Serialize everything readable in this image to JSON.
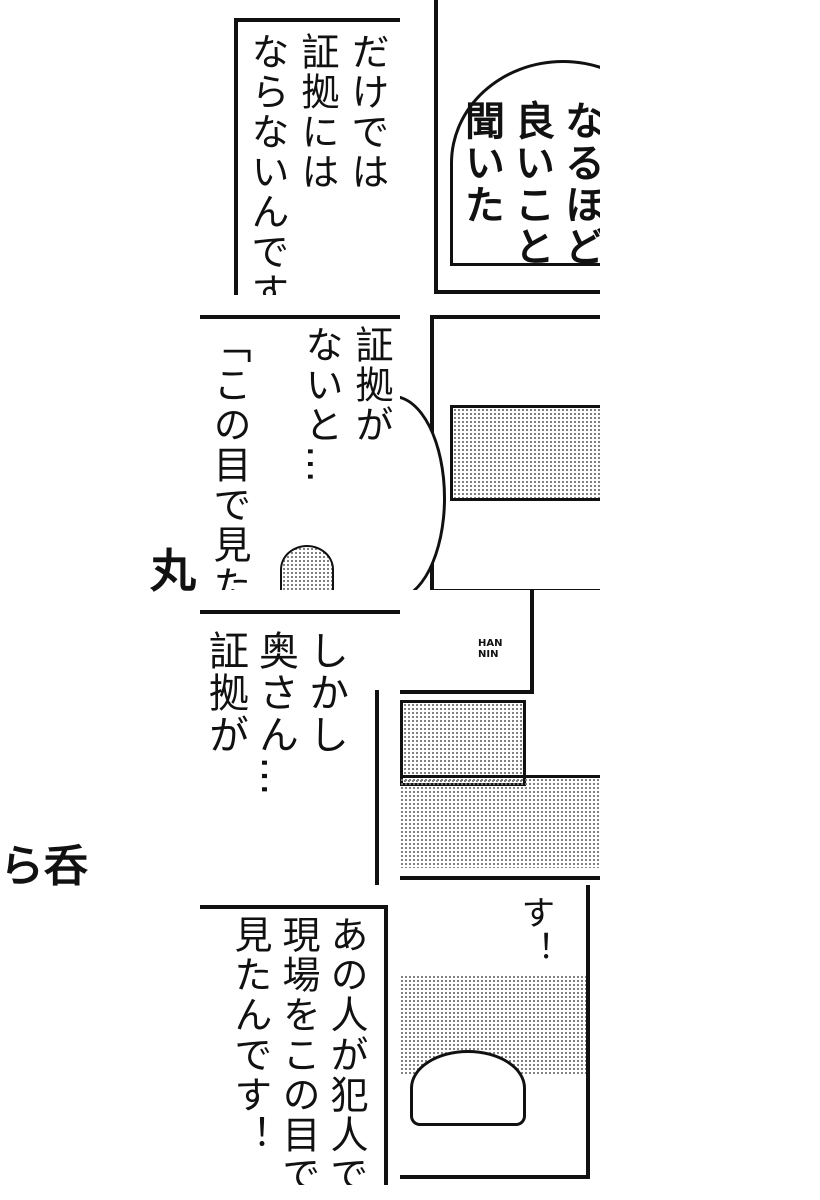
{
  "panels": {
    "top_left_balloon": "だけでは\n証拠には\nならないんです",
    "top_right_balloon": "なるほど\n良いこと\n聞いた",
    "mid_balloon_right": "証拠が\nないと…",
    "mid_balloon_left": "「この目で見た」",
    "side_char_1": "丸",
    "lower_balloon": "しかし\n奥さん…\n証拠が",
    "shirt_text": "HAN\nNIN",
    "side_char_2": "ら呑",
    "exclaim": "す！",
    "bottom_balloon": "あの人が犯人で\n現場をこの目で\n見たんです！"
  }
}
